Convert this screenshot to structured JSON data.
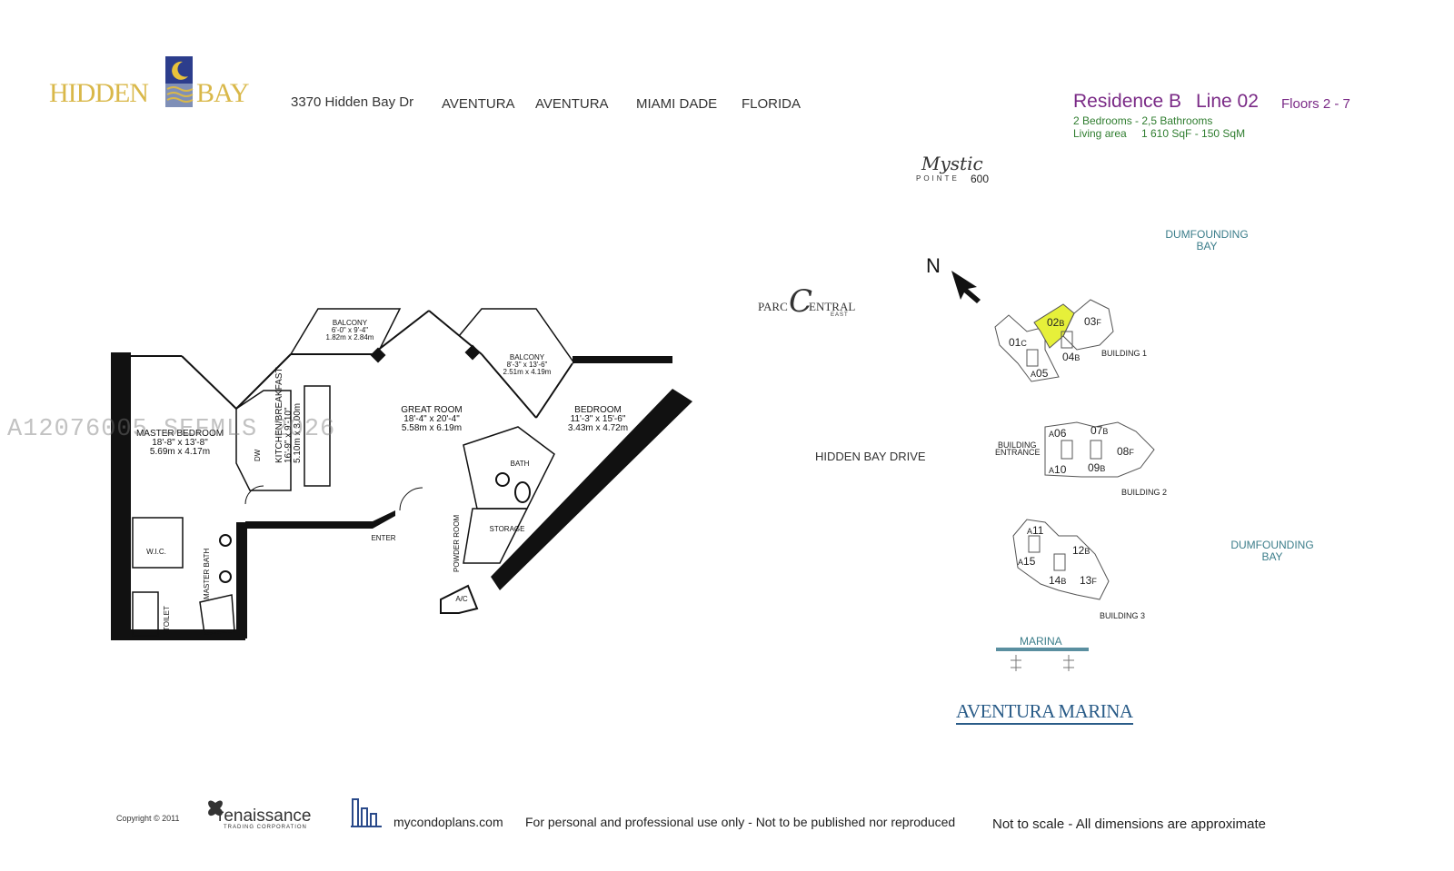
{
  "header": {
    "logo_hidden": "HIDDEN",
    "logo_bay": "BAY",
    "address": "3370 Hidden Bay Dr",
    "city": "AVENTURA",
    "city2": "AVENTURA",
    "county": "MIAMI DADE",
    "state": "FLORIDA"
  },
  "residence": {
    "title": "Residence B",
    "line": "Line 02",
    "floors": "Floors 2 - 7",
    "rooms": "2 Bedrooms - 2,5 Bathrooms",
    "living_label": "Living area",
    "living_value": "1 610 SqF - 150 SqM"
  },
  "watermark": "A12076005 SEFMLS 2026",
  "floorplan": {
    "rooms": [
      {
        "name": "BALCONY",
        "dims": [
          "6'-0\" x 9'-4\"",
          "1.82m x 2.84m"
        ]
      },
      {
        "name": "BALCONY",
        "dims": [
          "8'-3\" x 13'-6\"",
          "2.51m x 4.19m"
        ]
      },
      {
        "name": "GREAT ROOM",
        "dims": [
          "18'-4\" x 20'-4\"",
          "5.58m x 6.19m"
        ]
      },
      {
        "name": "BEDROOM",
        "dims": [
          "11'-3\" x 15'-6\"",
          "3.43m x 4.72m"
        ]
      },
      {
        "name": "MASTER BEDROOM",
        "dims": [
          "18'-8\" x 13'-8\"",
          "5.69m x 4.17m"
        ]
      },
      {
        "name": "KITCHEN/BREAKFAST",
        "dims": [
          "16'-9\" x 9'-10\"",
          "5.10m x 3.00m"
        ]
      }
    ],
    "labels": {
      "bath": "BATH",
      "storage": "STORAGE",
      "enter": "ENTER",
      "powder": "POWDER ROOM",
      "ac": "A/C",
      "wic": "W.I.C.",
      "master_bath": "MASTER BATH",
      "toilet": "TOILET",
      "dw": "DW"
    }
  },
  "siteplan": {
    "mystic": "Mystic",
    "pointe": "POINTE",
    "mystic_num": "600",
    "parc": "PARC",
    "central": "ENTRAL",
    "east": "EAST",
    "north": "N",
    "dumfounding_top": [
      "DUMFOUNDING",
      "BAY"
    ],
    "dumfounding_right": [
      "DUMFOUNDING",
      "BAY"
    ],
    "hidden_bay_drive": "HIDDEN BAY DRIVE",
    "building_entrance": [
      "BUILDING",
      "ENTRANCE"
    ],
    "building1": "BUILDING 1",
    "building2": "BUILDING 2",
    "building3": "BUILDING 3",
    "marina": "MARINA",
    "aventura_marina": "AVENTURA MARINA",
    "highlight_color": "#e6f03a",
    "units": {
      "u01": "01",
      "u01t": "C",
      "u02": "02",
      "u02t": "B",
      "u03": "03",
      "u03t": "F",
      "u04": "04",
      "u04t": "B",
      "u05": "05",
      "u05t": "A",
      "u06": "06",
      "u06t": "A",
      "u07": "07",
      "u07t": "B",
      "u08": "08",
      "u08t": "F",
      "u09": "09",
      "u09t": "B",
      "u10": "10",
      "u10t": "A",
      "u11": "11",
      "u11t": "A",
      "u12": "12",
      "u12t": "B",
      "u13": "13",
      "u13t": "F",
      "u14": "14",
      "u14t": "B",
      "u15": "15",
      "u15t": "A"
    }
  },
  "footer": {
    "copyright": "Copyright ©  2011",
    "renaissance": "renaissance",
    "renaissance_sub": "TRADING CORPORATION",
    "mycondo": "mycondoplans.com",
    "personal": "For personal and professional use only - Not to be published nor reproduced",
    "scale": "Not to scale - All dimensions are approximate"
  }
}
